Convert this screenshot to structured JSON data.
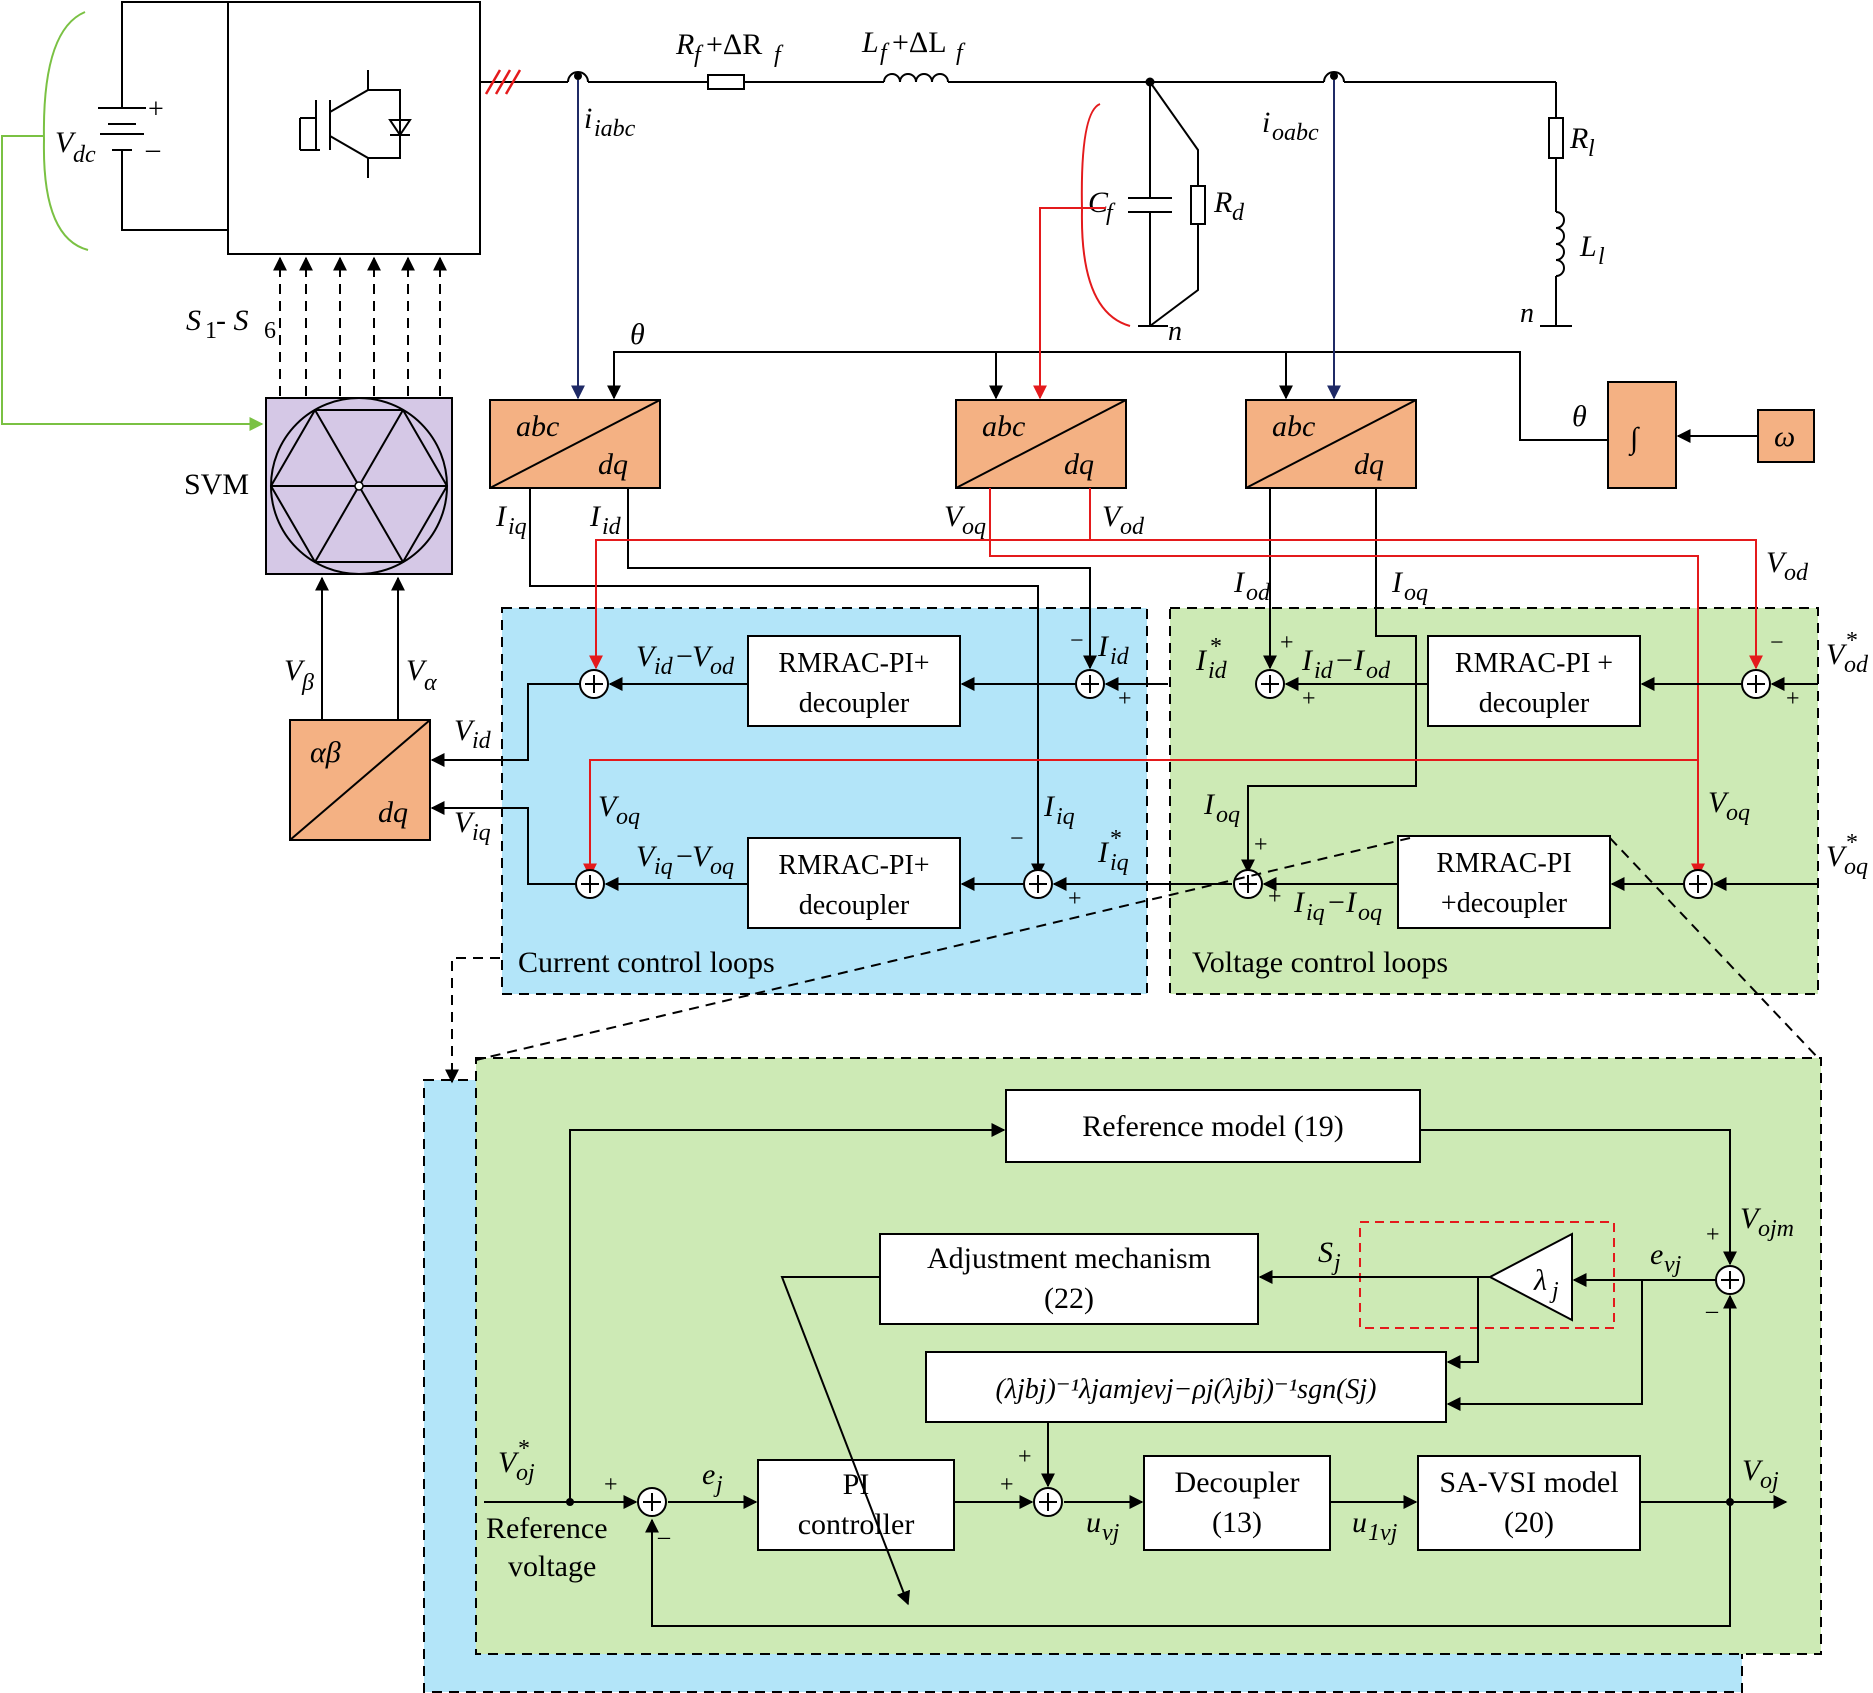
{
  "top": {
    "vdc": "V",
    "vdc_sub": "dc",
    "plus": "+",
    "minus": "–",
    "rf": "R",
    "rf_sub": "f",
    "rf_delta": "+ΔR",
    "lf": "L",
    "lf_sub": "f",
    "lf_delta": "+ΔL",
    "iiabc": "i",
    "iiabc_sub": "iabc",
    "ioabc": "i",
    "ioabc_sub": "oabc",
    "cf": "C",
    "cf_sub": "f",
    "rd": "R",
    "rd_sub": "d",
    "rl": "R",
    "rl_sub": "l",
    "ll": "L",
    "ll_sub": "l",
    "n": "n",
    "switches": "S",
    "switches_sub1": "1",
    "switches_dash": " - S",
    "switches_sub6": "6",
    "theta": "θ",
    "omega": "ω",
    "integral": "∫",
    "svm": "SVM"
  },
  "transforms": {
    "abc": "abc",
    "dq": "dq",
    "alpha_beta": "αβ"
  },
  "signals": {
    "I": "I",
    "V": "V",
    "iq": "iq",
    "id": "id",
    "oq": "oq",
    "od": "od",
    "beta": "β",
    "alpha": "α",
    "star": "*",
    "minus_sign": "−"
  },
  "loops": {
    "rmrac_pi_plus": "RMRAC-PI+",
    "rmrac_pi_space_plus": "RMRAC-PI +",
    "rmrac_pi": "RMRAC-PI",
    "decoupler": "decoupler",
    "plus_decoupler": "+decoupler",
    "current_title": "Current control loops",
    "voltage_title": "Voltage control loops"
  },
  "detail": {
    "reference_model": "Reference model (19)",
    "adjustment_line1": "Adjustment mechanism",
    "adjustment_line2": "(22)",
    "pi_line1": "PI",
    "pi_line2": "controller",
    "decoupler_line1": "Decoupler",
    "decoupler_line2": "(13)",
    "savsi_line1": "SA-VSI model",
    "savsi_line2": "(20)",
    "ref_voltage_line1": "Reference",
    "ref_voltage_line2": "voltage",
    "lambda": "λ",
    "j": "j",
    "S": "S",
    "e": "e",
    "vj": "vj",
    "ojm": "ojm",
    "oj": "oj",
    "u": "u",
    "u1vj": "1vj",
    "law_expr": "(λjbj)⁻¹λjamjevj−ρj(λjbj)⁻¹sgn(Sj)"
  },
  "colors": {
    "orange_block": "#f4b183",
    "svm_block": "#d5c8e6",
    "current_loop_bg": "#b3e5f9",
    "voltage_loop_bg": "#cdeab5",
    "red_wire": "#e41a1c",
    "navy_wire": "#1f2a66",
    "green_wire": "#7ac143"
  }
}
